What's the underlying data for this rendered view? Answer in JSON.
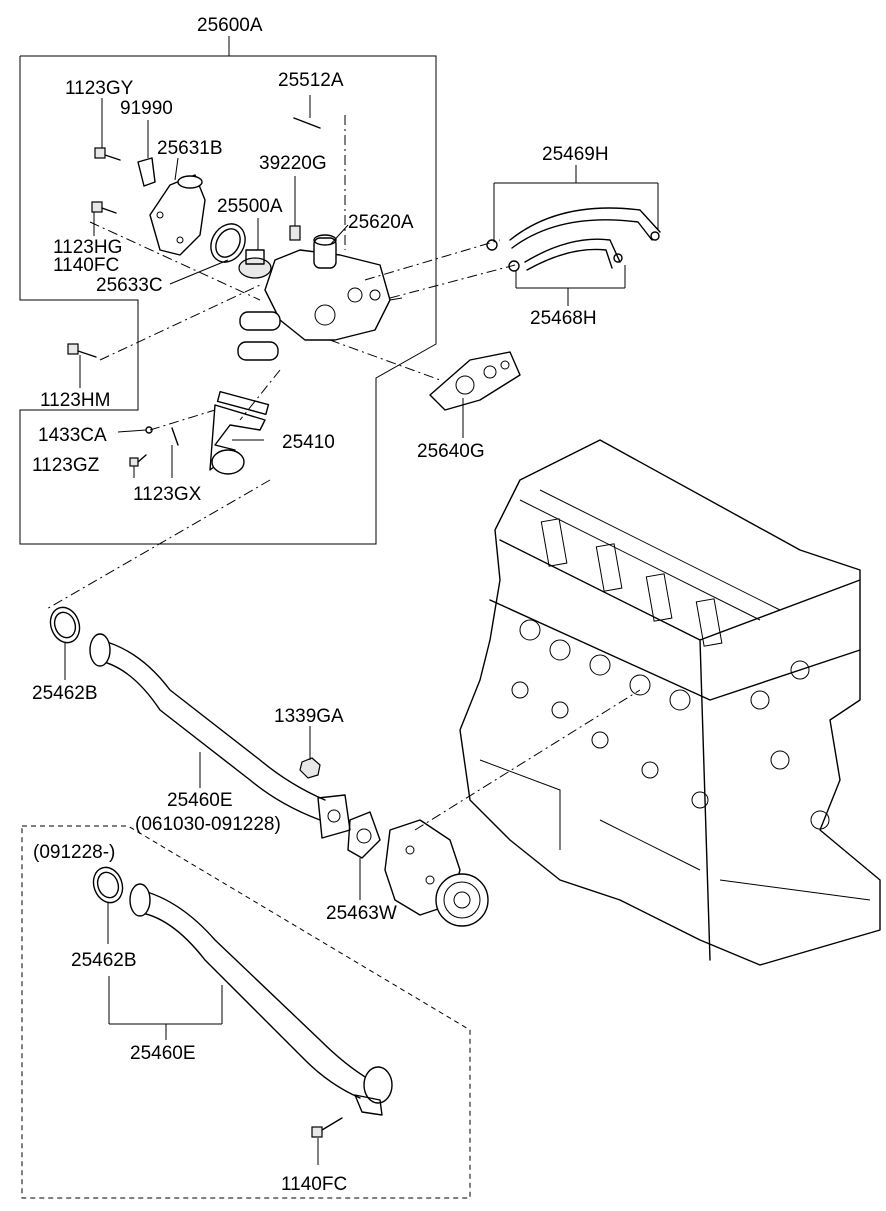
{
  "diagram": {
    "labels": {
      "assembly": "25600A",
      "bolt_gy": "1123GY",
      "bracket": "91990",
      "fitting_b": "25631B",
      "stud": "25512A",
      "sensor": "39220G",
      "thermostat": "25500A",
      "housing": "25620A",
      "hose_h": "25469H",
      "bolt_hg": "1123HG",
      "bolt_fc": "1140FC",
      "gasket_c": "25633C",
      "hose_468": "25468H",
      "bolt_hm": "1123HM",
      "washer_ca": "1433CA",
      "pipe_410": "25410",
      "bolt_gz": "1123GZ",
      "bolt_gx": "1123GX",
      "gasket_640": "25640G",
      "oring_top": "25462B",
      "nut": "1339GA",
      "pipe_main": "25460E",
      "pipe_main_range": "(061030-091228)",
      "pump_gasket": "25463W",
      "variant_date": "(091228-)",
      "oring_var": "25462B",
      "pipe_var": "25460E",
      "bolt_var": "1140FC"
    }
  }
}
